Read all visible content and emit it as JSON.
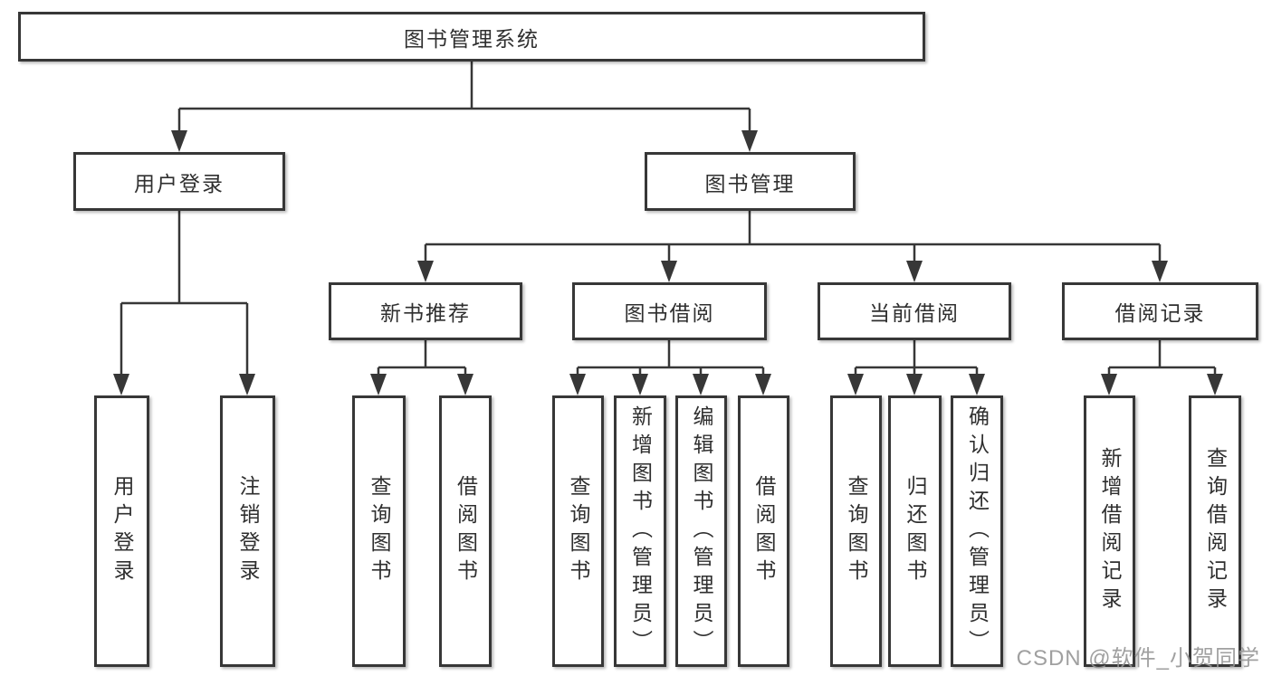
{
  "tree": {
    "root": {
      "label": "图书管理系统"
    },
    "branches": [
      {
        "label": "用户登录",
        "children": [
          {
            "label": "用户登录"
          },
          {
            "label": "注销登录"
          }
        ]
      },
      {
        "label": "图书管理",
        "children": [
          {
            "label": "新书推荐",
            "children": [
              {
                "label": "查询图书"
              },
              {
                "label": "借阅图书"
              }
            ]
          },
          {
            "label": "图书借阅",
            "children": [
              {
                "label": "查询图书"
              },
              {
                "label": "新增图书（管理员）"
              },
              {
                "label": "编辑图书（管理员）"
              },
              {
                "label": "借阅图书"
              }
            ]
          },
          {
            "label": "当前借阅",
            "children": [
              {
                "label": "查询图书"
              },
              {
                "label": "归还图书"
              },
              {
                "label": "确认归还（管理员）"
              }
            ]
          },
          {
            "label": "借阅记录",
            "children": [
              {
                "label": "新增借阅记录"
              },
              {
                "label": "查询借阅记录"
              }
            ]
          }
        ]
      }
    ]
  },
  "watermark": {
    "text": "CSDN @软件_小贺同学"
  },
  "colors": {
    "line": "#373737",
    "box_border": "#373737",
    "text": "#2f2f2f",
    "watermark": "#969696",
    "background": "#ffffff"
  }
}
